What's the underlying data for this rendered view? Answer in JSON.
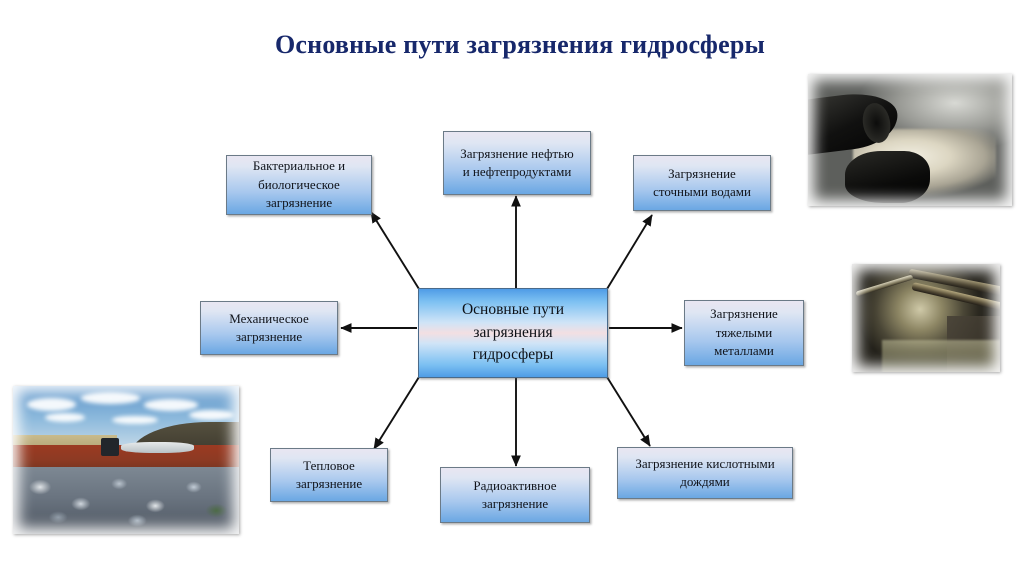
{
  "slide": {
    "title": "Основные пути загрязнения гидросферы",
    "title_color": "#17286b",
    "background_color": "#ffffff"
  },
  "diagram": {
    "type": "radial-mind-map",
    "center": {
      "id": "center",
      "label": "Основные пути загрязнения гидросферы",
      "lines": [
        "Основные пути",
        "загрязнения",
        "гидросферы"
      ]
    },
    "nodes": [
      {
        "id": "bacterial",
        "label": "Бактериальное и биологическое загрязнение",
        "lines": [
          "Бактериальное и",
          "биологическое",
          "загрязнение"
        ],
        "position": "top-left"
      },
      {
        "id": "oil",
        "label": "Загрязнение нефтью и нефтепродуктами",
        "lines": [
          "Загрязнение нефтью",
          "и нефтепродуктами"
        ],
        "position": "top-center"
      },
      {
        "id": "wastewater",
        "label": "Загрязнение сточными водами",
        "lines": [
          "Загрязнение",
          "сточными водами"
        ],
        "position": "top-right"
      },
      {
        "id": "mechanical",
        "label": "Механическое загрязнение",
        "lines": [
          "Механическое",
          "загрязнение"
        ],
        "position": "left"
      },
      {
        "id": "heavy-metals",
        "label": "Загрязнение тяжелыми металлами",
        "lines": [
          "Загрязнение",
          "тяжелыми",
          "металлами"
        ],
        "position": "right"
      },
      {
        "id": "thermal",
        "label": "Тепловое загрязнение",
        "lines": [
          "Тепловое",
          "загрязнение"
        ],
        "position": "bottom-left"
      },
      {
        "id": "radioactive",
        "label": "Радиоактивное загрязнение",
        "lines": [
          "Радиоактивное",
          "загрязнение"
        ],
        "position": "bottom-center"
      },
      {
        "id": "acid-rain",
        "label": "Загрязнение кислотными дождями",
        "lines": [
          "Загрязнение кислотными",
          "дождями"
        ],
        "position": "bottom-right"
      }
    ],
    "box_colors": {
      "node_gradient_top": "#e9e6f2",
      "node_gradient_bottom": "#6aa7e3",
      "node_border": "#6b7a87",
      "center_gradient_edge": "#4f9ce6",
      "center_gradient_middle": "#f3dfe2"
    },
    "connector_color": "#111111"
  },
  "photos": [
    {
      "id": "pipe-discharge",
      "icon": "photo-wastewater-pipe",
      "description": "Сточная труба, сбрасывающая загрязнённую воду",
      "position": "top-right"
    },
    {
      "id": "sewer-tunnel",
      "icon": "photo-sewer-tunnel",
      "description": "Подземный коллектор с трубами",
      "position": "middle-right"
    },
    {
      "id": "landfill",
      "icon": "photo-landfill",
      "description": "Свалка мусора в степи",
      "position": "bottom-left"
    }
  ]
}
